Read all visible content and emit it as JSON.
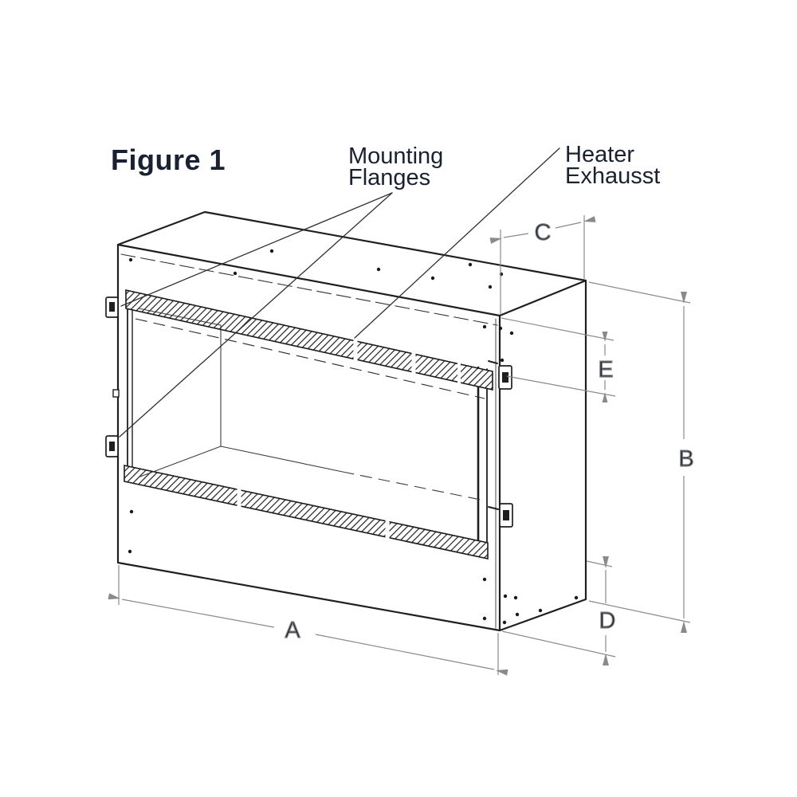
{
  "figure": {
    "title": "Figure 1"
  },
  "callouts": {
    "mounting_flanges": {
      "line1": "Mounting",
      "line2": "Flanges"
    },
    "heater_exhaust": {
      "line1": "Heater",
      "line2": "Exhausst"
    }
  },
  "dimensions": {
    "a": "A",
    "b": "B",
    "c": "C",
    "d": "D",
    "e": "E"
  },
  "colors": {
    "drawing_line": "#1f1f1f",
    "interior_line": "#3c3c3c",
    "dimension_line": "#8a8a8a",
    "label_text": "#1a2130",
    "background": "#ffffff"
  }
}
